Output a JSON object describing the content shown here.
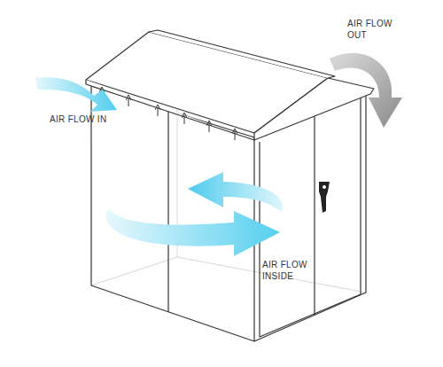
{
  "diagram": {
    "labels": [
      "AIR FLOW OUT",
      "AIR FLOW IN",
      "AIR FLOW INSIDE"
    ]
  }
}
